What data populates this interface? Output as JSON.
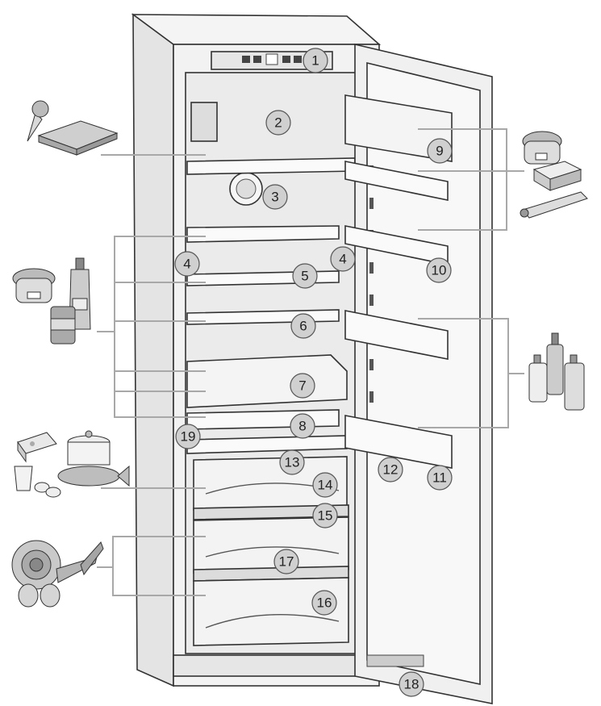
{
  "callouts": [
    {
      "label": "1"
    },
    {
      "label": "2"
    },
    {
      "label": "3"
    },
    {
      "label": "4"
    },
    {
      "label": "4"
    },
    {
      "label": "5"
    },
    {
      "label": "6"
    },
    {
      "label": "7"
    },
    {
      "label": "8"
    },
    {
      "label": "9"
    },
    {
      "label": "10"
    },
    {
      "label": "11"
    },
    {
      "label": "12"
    },
    {
      "label": "13"
    },
    {
      "label": "14"
    },
    {
      "label": "15"
    },
    {
      "label": "16"
    },
    {
      "label": "17"
    },
    {
      "label": "18"
    },
    {
      "label": "19"
    }
  ],
  "colors": {
    "callout_fill": "#d0d0d0",
    "leader_line": "#a8a8a8",
    "outline": "#333333",
    "cabinet": "#f2f2f2",
    "interior": "#ebebeb"
  },
  "icons": [
    "ice-cream-icon",
    "frozen-pack-icon",
    "jar-icon",
    "butter-icon",
    "tube-icon",
    "bottle-icon",
    "can-icon",
    "cheese-icon",
    "pot-icon",
    "fish-icon",
    "glass-icon",
    "eggs-icon",
    "lettuce-icon",
    "carrot-icon",
    "pear-icon",
    "milk-bottle-icon"
  ]
}
